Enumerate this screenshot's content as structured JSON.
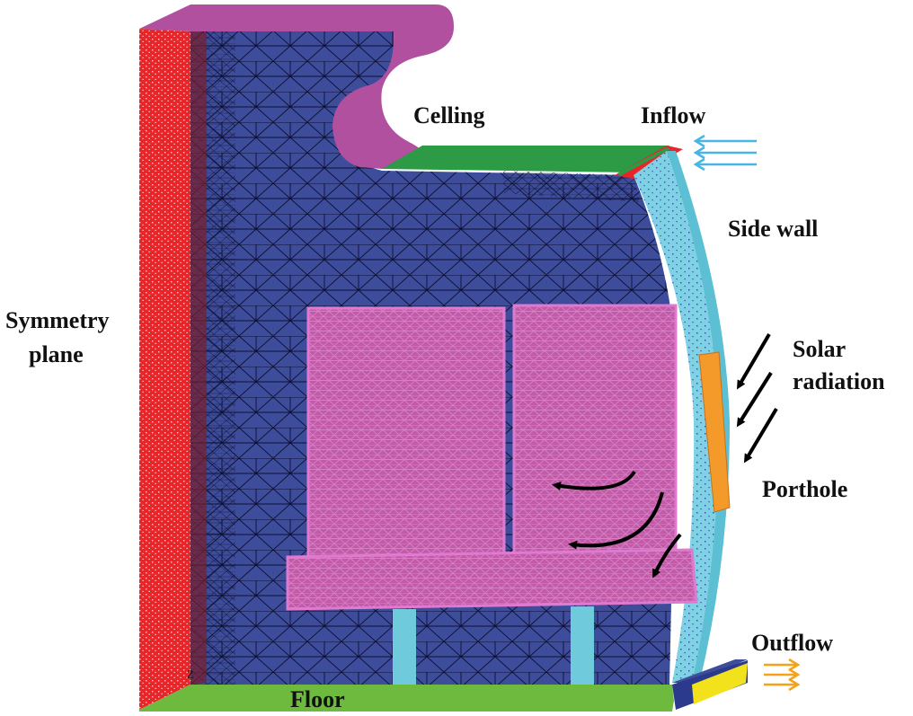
{
  "labels": {
    "celling": "Celling",
    "inflow": "Inflow",
    "side_wall": "Side wall",
    "symmetry_line1": "Symmetry",
    "symmetry_line2": "plane",
    "solar_line1": "Solar",
    "solar_line2": "radiation",
    "porthole": "Porthole",
    "outflow": "Outflow",
    "floor": "Floor",
    "axis_z": "Z"
  },
  "colors": {
    "symmetry_plane": "#e8262a",
    "fluid_domain": "#3e4c9c",
    "mesh_lines": "#0c1030",
    "ceiling_surface": "#b0509e",
    "ceiling_green": "#2d9a45",
    "seat": "#c25aa8",
    "seat_legs": "#6fcbdc",
    "side_wall": "#7fd2e3",
    "porthole": "#f39a2a",
    "floor": "#6dba3e",
    "inflow_arrow": "#49b4e6",
    "outflow_arrow": "#f5a11a",
    "outlet_yellow": "#f2e21c"
  }
}
